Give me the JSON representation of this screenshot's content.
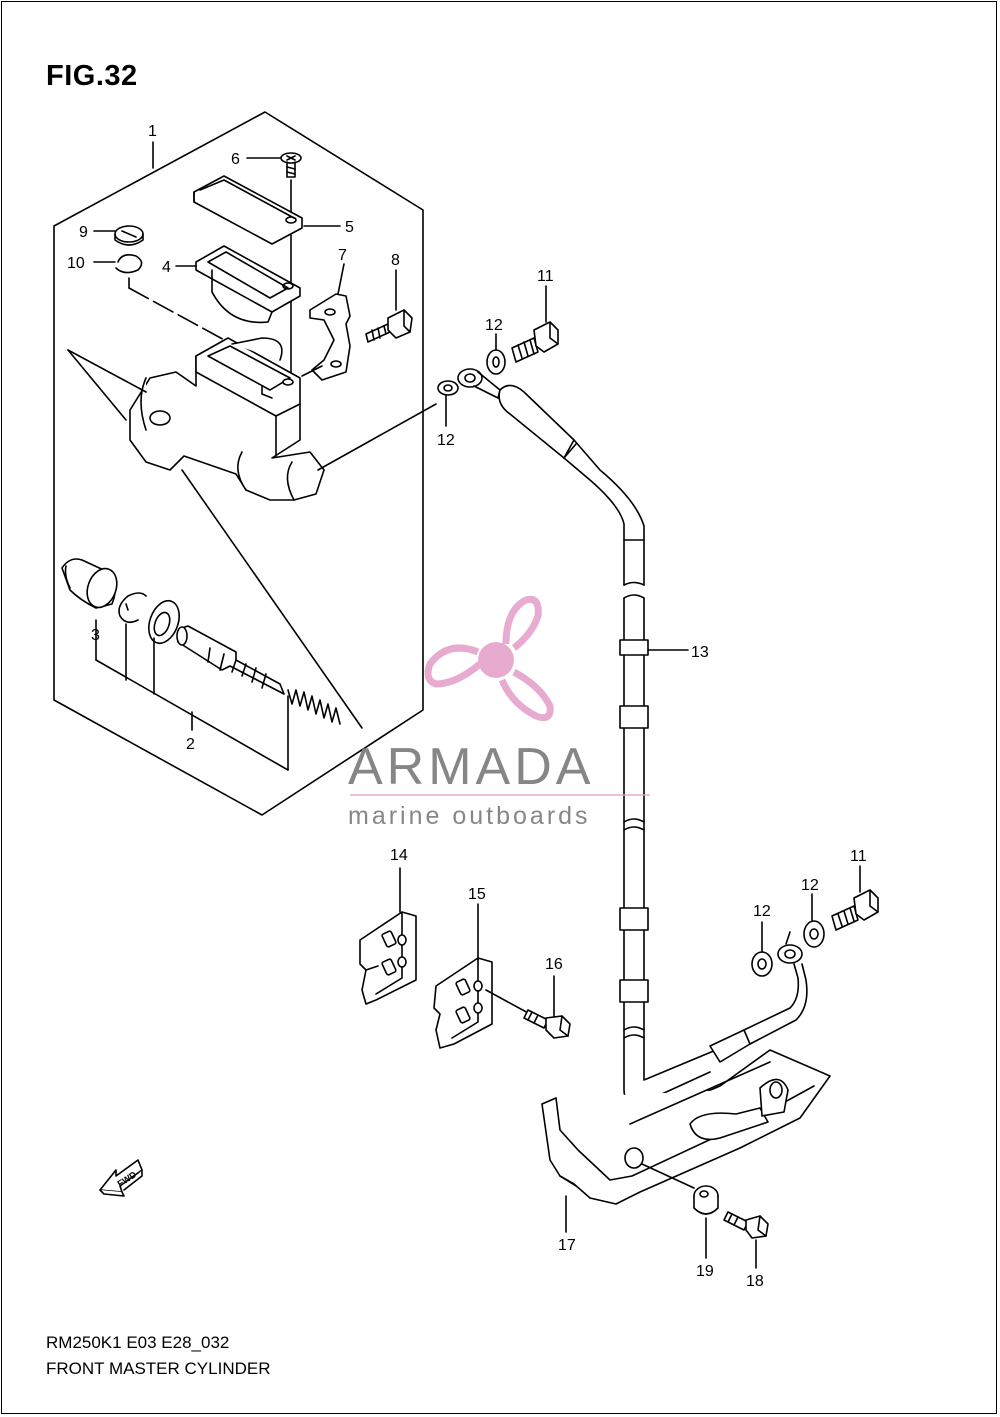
{
  "figure": {
    "title": "FIG.32",
    "code": "RM250K1 E03 E28_032",
    "name": "FRONT MASTER CYLINDER"
  },
  "callouts": [
    "1",
    "2",
    "3",
    "4",
    "5",
    "6",
    "7",
    "8",
    "9",
    "10",
    "11",
    "12",
    "12",
    "11",
    "12",
    "12",
    "13",
    "14",
    "15",
    "16",
    "17",
    "18",
    "19"
  ],
  "watermark": {
    "brand": "ARMADA",
    "tagline": "marine outboards",
    "color": "#e6a3cc"
  },
  "direction_arrow": {
    "label": "FWD",
    "icon": "fwd-arrow-icon"
  },
  "colors": {
    "line": "#000000",
    "part_fill": "#ffffff",
    "watermark_text": "#7a7a7a",
    "watermark_logo": "#e6a3cc"
  }
}
